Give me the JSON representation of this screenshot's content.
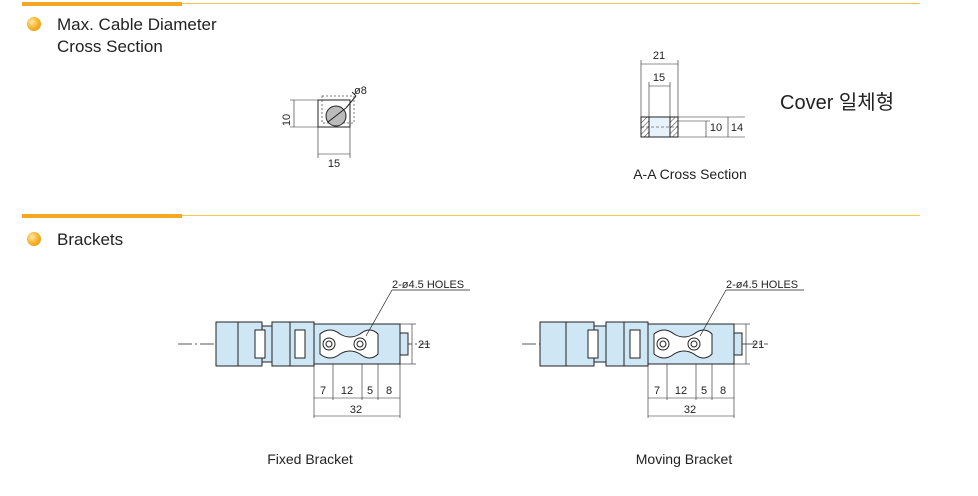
{
  "section1": {
    "line1": "Max. Cable Diameter",
    "line2": "Cross Section"
  },
  "section2": {
    "title": "Brackets"
  },
  "cable_section": {
    "dim_height": "10",
    "dim_width": "15",
    "dim_diameter": "ø8"
  },
  "aa_section": {
    "dim_top": "21",
    "dim_inner": "15",
    "dim_h_inner": "10",
    "dim_h_outer": "14",
    "caption": "A-A Cross Section"
  },
  "cover_label": "Cover 일체형",
  "fixed_bracket": {
    "holes_label": "2-ø4.5 HOLES",
    "dim_height": "21",
    "dim_a": "7",
    "dim_b": "12",
    "dim_c": "5",
    "dim_d": "8",
    "dim_total": "32",
    "caption": "Fixed Bracket"
  },
  "moving_bracket": {
    "holes_label": "2-ø4.5 HOLES",
    "dim_height": "21",
    "dim_a": "7",
    "dim_b": "12",
    "dim_c": "5",
    "dim_d": "8",
    "dim_total": "32",
    "caption": "Moving Bracket"
  },
  "colors": {
    "accent": "#f5a623",
    "rule": "#f2c94c",
    "part_fill": "#cfe6f5"
  }
}
